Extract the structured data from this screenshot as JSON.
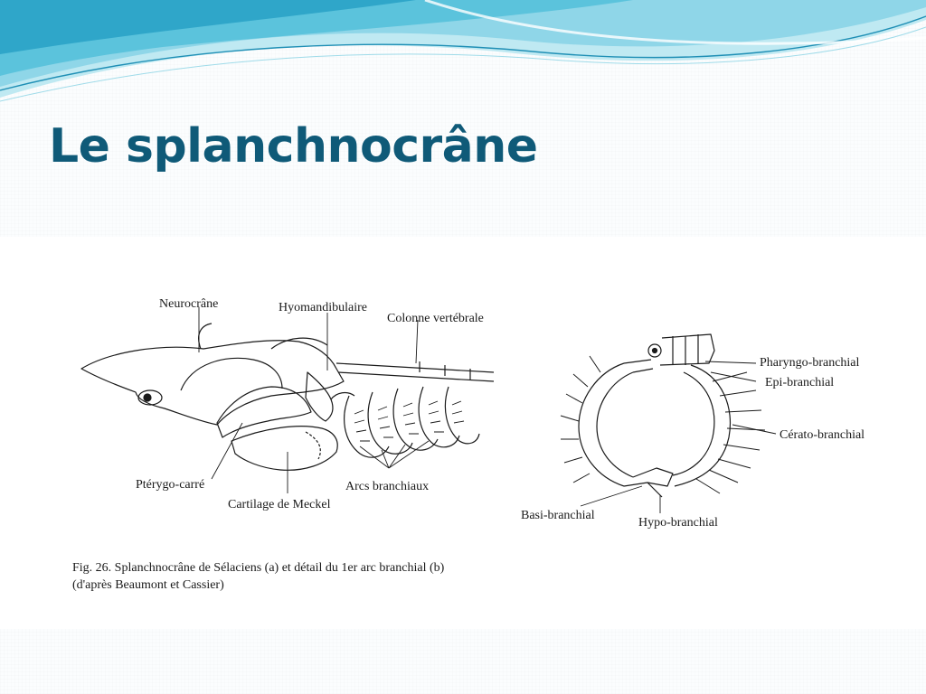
{
  "slide": {
    "title": "Le splanchnocrâne",
    "theme_colors": {
      "title": "#0f5a78",
      "wave_light": "#bfe9f2",
      "wave_mid": "#5bc3dc",
      "wave_dark": "#1f8fb5"
    }
  },
  "figure": {
    "labels_a": {
      "neurocrane": "Neurocrâne",
      "hyomandibulaire": "Hyomandibulaire",
      "colonne": "Colonne vertébrale",
      "pterygo": "Ptérygo-carré",
      "meckel": "Cartilage de Meckel",
      "arcs": "Arcs branchiaux"
    },
    "labels_b": {
      "pharyngo": "Pharyngo-branchial",
      "epi": "Epi-branchial",
      "cerato": "Cérato-branchial",
      "basi": "Basi-branchial",
      "hypo": "Hypo-branchial"
    },
    "caption_line1": "Fig. 26. Splanchnocrâne de Sélaciens (a) et détail du 1er arc branchial (b)",
    "caption_line2": "(d'après Beaumont et Cassier)"
  }
}
